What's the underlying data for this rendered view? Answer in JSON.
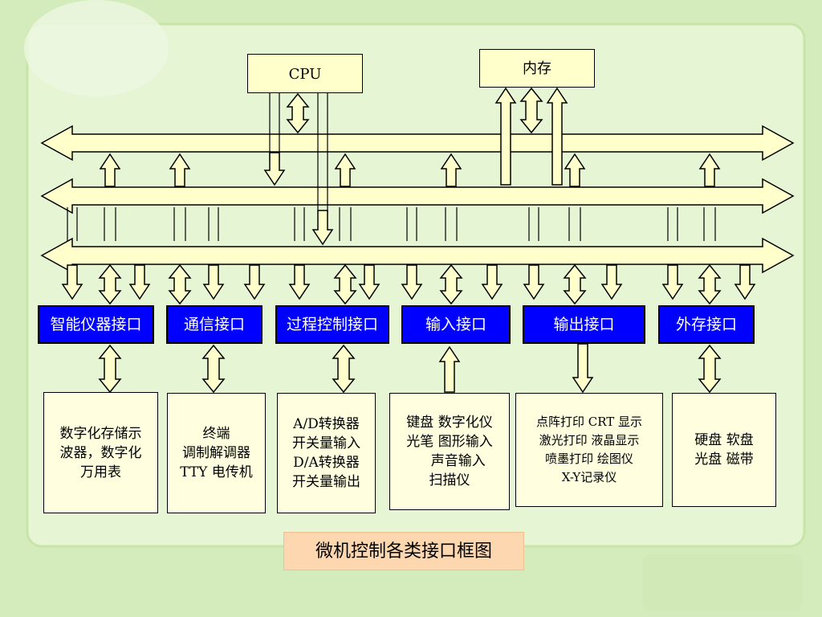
{
  "cpu_label": "CPU",
  "memory_label": "内存",
  "interfaces": [
    {
      "name": "iface-instrument",
      "label": "智能仪器接口"
    },
    {
      "name": "iface-comm",
      "label": "通信接口"
    },
    {
      "name": "iface-process",
      "label": "过程控制接口"
    },
    {
      "name": "iface-input",
      "label": "输入接口"
    },
    {
      "name": "iface-output",
      "label": "输出接口"
    },
    {
      "name": "iface-storage",
      "label": "外存接口"
    }
  ],
  "devices": [
    {
      "name": "device-instrument",
      "lines": [
        "数字化存储示",
        "波器，数字化",
        "万用表"
      ]
    },
    {
      "name": "device-comm",
      "lines": [
        "终端",
        "调制解调器",
        "TTY 电传机"
      ]
    },
    {
      "name": "device-process",
      "lines": [
        "A/D转换器",
        "开关量输入",
        "D/A转换器",
        "开关量输出"
      ]
    },
    {
      "name": "device-input",
      "lines": [
        "键盘 数字化仪",
        "光笔 图形输入",
        "    声音输入",
        "扫描仪"
      ]
    },
    {
      "name": "device-output",
      "lines": [
        "点阵打印  CRT 显示",
        "激光打印  液晶显示",
        "喷墨打印  绘图仪",
        "X-Y记录仪"
      ]
    },
    {
      "name": "device-storage",
      "lines": [
        "硬盘 软盘",
        "光盘 磁带"
      ]
    }
  ],
  "caption": "微机控制各类接口框图",
  "colors": {
    "interface_fill": "#0000ff",
    "box_fill": "#ffffcc",
    "caption_fill": "#fdd7b0",
    "background": "#d9efc0"
  }
}
